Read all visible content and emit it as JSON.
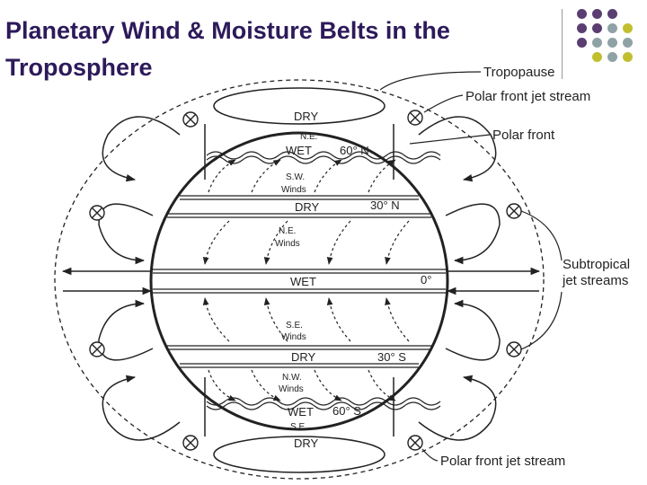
{
  "title": "Planetary Wind & Moisture Belts in the Troposphere",
  "colors": {
    "title": "#2d1a5a",
    "dot_purple": "#5a3e72",
    "dot_gray": "#8fa3a6",
    "dot_olive": "#c2bf2f",
    "line": "#222222"
  },
  "labels": {
    "dry_top": "DRY",
    "ne_top": "N.E.",
    "wet_north": "WET",
    "lat_60n": "60° N",
    "sw_winds_1": "S.W.",
    "sw_winds_2": "Winds",
    "dry_30n": "DRY",
    "lat_30n": "30° N",
    "ne_winds_1": "N.E.",
    "ne_winds_2": "Winds",
    "wet_equator": "WET",
    "lat_0": "0°",
    "se_winds_1": "S.E.",
    "se_winds_2": "Winds",
    "dry_30s": "DRY",
    "lat_30s": "30° S",
    "nw_winds_1": "N.W.",
    "nw_winds_2": "Winds",
    "wet_south": "WET",
    "lat_60s": "60° S",
    "se_bottom": "S.E.",
    "dry_bottom": "DRY"
  },
  "callouts": {
    "tropopause": "Tropopause",
    "polar_jet_top": "Polar front jet stream",
    "polar_front": "Polar front",
    "subtropical_1": "Subtropical",
    "subtropical_2": "jet streams",
    "polar_jet_bottom": "Polar front jet stream"
  }
}
